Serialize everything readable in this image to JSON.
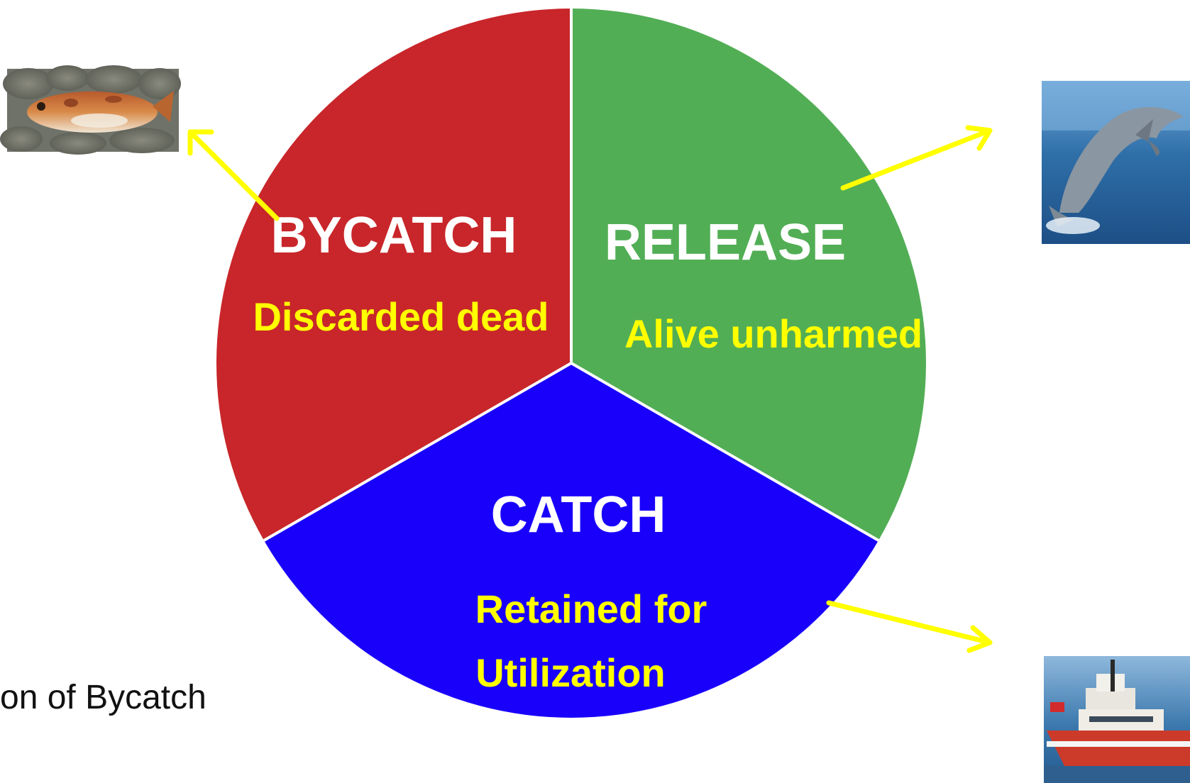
{
  "chart_data": {
    "type": "pie",
    "segments": [
      {
        "title": "BYCATCH",
        "subtitle_lines": [
          "Discarded dead"
        ],
        "color": "#c8262a",
        "share": 0.3333
      },
      {
        "title": "RELEASE",
        "subtitle_lines": [
          "Alive unharmed"
        ],
        "color": "#52ae55",
        "share": 0.3333
      },
      {
        "title": "CATCH",
        "subtitle_lines": [
          "Retained for",
          "Utilization"
        ],
        "color": "#1900fa",
        "share": 0.3334
      }
    ]
  },
  "caption": "on of Bycatch",
  "photos": [
    {
      "subject": "dead-fish"
    },
    {
      "subject": "dolphin"
    },
    {
      "subject": "fishing-vessel"
    }
  ],
  "arrow_color": "#ffff00"
}
